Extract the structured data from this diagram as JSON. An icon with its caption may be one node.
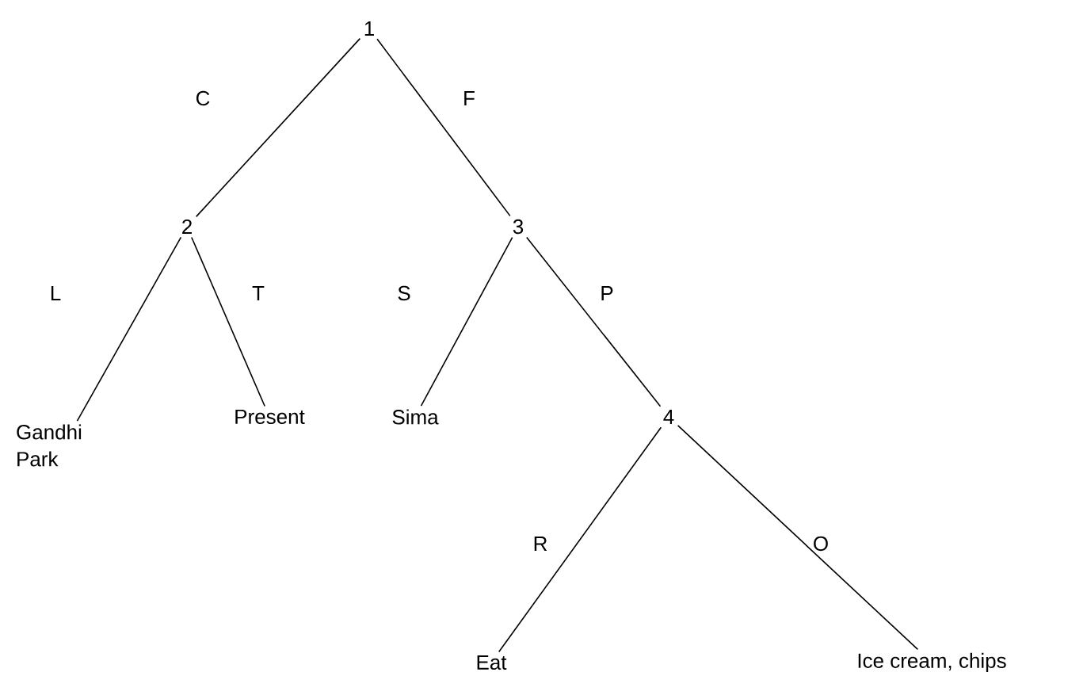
{
  "diagram": {
    "nodes": [
      {
        "text": [
          "1"
        ]
      },
      {
        "text": [
          "2"
        ]
      },
      {
        "text": [
          "3"
        ]
      },
      {
        "text": [
          "Gandhi Park"
        ]
      },
      {
        "text": [
          "Present"
        ]
      },
      {
        "text": [
          "Sima"
        ]
      },
      {
        "text": [
          "4"
        ]
      },
      {
        "text": [
          "Eat"
        ]
      },
      {
        "text": [
          "Ice cream, chips"
        ]
      }
    ],
    "edges": [
      {
        "from": 0,
        "to": 1,
        "arrow": "none",
        "label": "C"
      },
      {
        "from": 0,
        "to": 2,
        "arrow": "none",
        "label": "F"
      },
      {
        "from": 1,
        "to": 3,
        "arrow": "none",
        "label": "L"
      },
      {
        "from": 1,
        "to": 4,
        "arrow": "none",
        "label": "T"
      },
      {
        "from": 2,
        "to": 5,
        "arrow": "none",
        "label": "S"
      },
      {
        "from": 2,
        "to": 6,
        "arrow": "none",
        "label": "P"
      },
      {
        "from": 6,
        "to": 7,
        "arrow": "none",
        "label": "R"
      },
      {
        "from": 6,
        "to": 8,
        "arrow": "none",
        "label": "O"
      }
    ]
  }
}
